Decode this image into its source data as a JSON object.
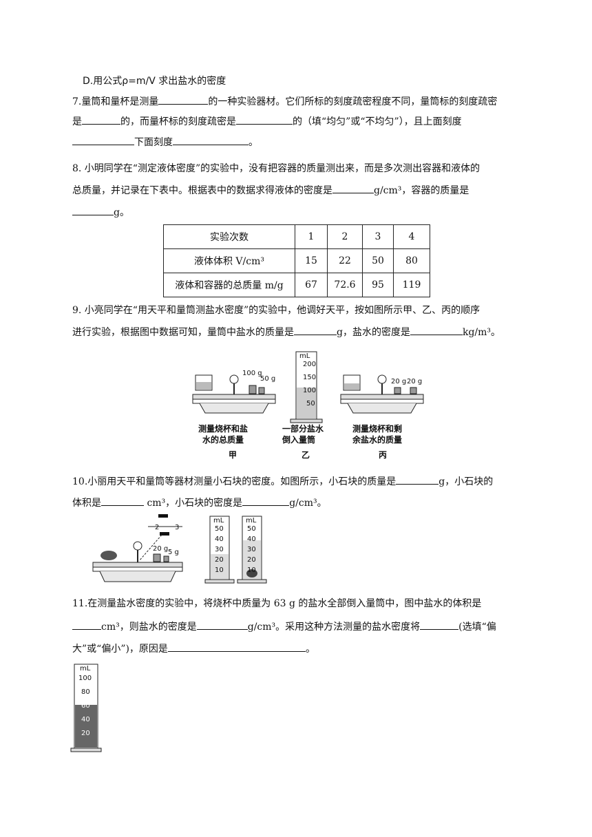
{
  "q6d": "D.用公式ρ=m/V 求出盐水的密度",
  "q7": {
    "l1a": "7.量筒和量杯是测量",
    "l1b": "的一种实验器材。它们所标的刻度疏密程度不同，量筒标的刻度疏密",
    "l2a": "是",
    "l2b": "的，而量杯标的刻度疏密是",
    "l2c": "的（填“均匀”或“不均匀”），且上面刻度",
    "l3a": "下面刻度",
    "l3b": "。"
  },
  "q8": {
    "l1": "8. 小明同学在“测定液体密度”的实验中，没有把容器的质量测出来，而是多次测出容器和液体的",
    "l2a": "总质量，并记录在下表中。根据表中的数据求得液体的密度是",
    "l2b": "g/cm³，容器的质量是",
    "l3": "g。",
    "table": {
      "header": [
        "实验次数",
        "1",
        "2",
        "3",
        "4"
      ],
      "rows": [
        [
          "液体体积 V/cm³",
          "15",
          "22",
          "50",
          "80"
        ],
        [
          "液体和容器的总质量 m/g",
          "67",
          "72.6",
          "95",
          "119"
        ]
      ]
    }
  },
  "q9": {
    "l1": "9. 小亮同学在“用天平和量筒测盐水密度”的实验中，他调好天平，按如图所示甲、乙、丙的顺序",
    "l2a": "进行实验，根据图中数据可知，量筒中盐水的质量是",
    "l2b": "g，盐水的密度是",
    "l2c": "kg/m³。",
    "fig": {
      "jia_weights": [
        "100 g",
        "50 g"
      ],
      "jia_caption": [
        "测量烧杯和盐",
        "水的总质量"
      ],
      "jia_label": "甲",
      "yi_unit": "mL",
      "yi_ticks": [
        "200",
        "150",
        "100",
        "50"
      ],
      "yi_caption": [
        "一部分盐水",
        "倒入量筒"
      ],
      "yi_label": "乙",
      "bing_weights": [
        "20 g",
        "20 g"
      ],
      "bing_caption": [
        "测量烧杯和剩",
        "余盐水的质量"
      ],
      "bing_label": "丙"
    }
  },
  "q10": {
    "l1a": "10.小丽用天平和量筒等器材测量小石块的密度。如图所示，小石块的质量是",
    "l1b": "g，小石块的",
    "l2a": "体积是",
    "l2b": " cm³，小石块的密度是",
    "l2c": "g/cm³。",
    "fig": {
      "scale": [
        "2",
        "3"
      ],
      "weights": [
        "20 g",
        "5 g"
      ],
      "unit": "mL",
      "ticks": [
        "50",
        "40",
        "30",
        "20",
        "10"
      ]
    }
  },
  "q11": {
    "l1": "11.在测量盐水密度的实验中，将烧杯中质量为 63 g 的盐水全部倒入量筒中，图中盐水的体积是",
    "l2a": "cm³，则盐水的密度是",
    "l2b": "g/cm³。采用这种方法测量的盐水密度将",
    "l2c": "(选填“偏",
    "l3a": "大”或“偏小”)，原因是",
    "l3b": "。",
    "fig": {
      "unit": "mL",
      "ticks": [
        "100",
        "80",
        "60",
        "40",
        "20"
      ],
      "level": 60
    }
  }
}
